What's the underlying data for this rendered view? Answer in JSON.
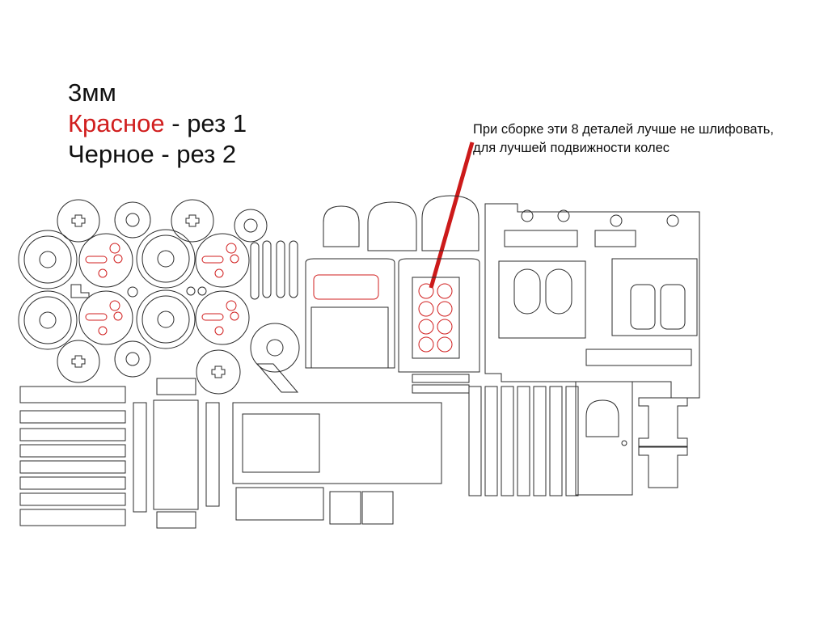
{
  "legend": {
    "thickness": "3мм",
    "red_label": "Красное",
    "red_suffix": " - рез 1",
    "black_label": "Черное - рез 2"
  },
  "note": {
    "line1": "При сборке эти 8 деталей лучше не шлифовать,",
    "line2": "для лучшей подвижности колес"
  },
  "colors": {
    "red_cut": "#d11f1f",
    "black_cut": "#2b2b2b",
    "arrow": "#cc1a1a"
  }
}
